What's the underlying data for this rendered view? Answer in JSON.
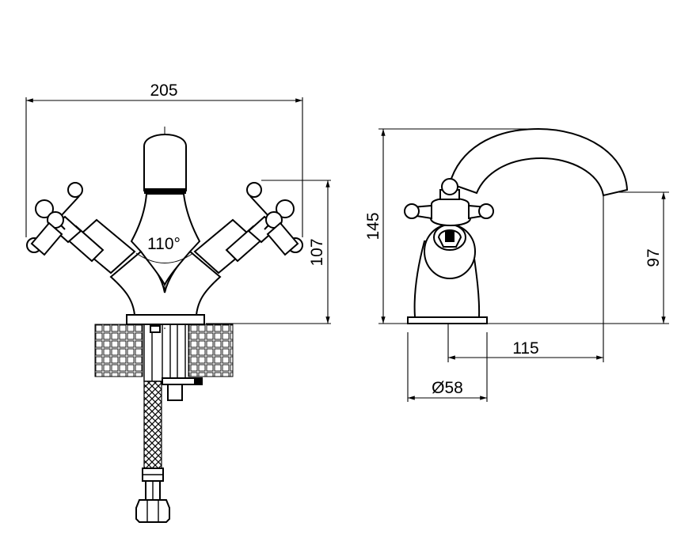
{
  "front_view": {
    "width_dim": "205",
    "height_dim": "107",
    "angle_label": "110°"
  },
  "side_view": {
    "height_dim": "145",
    "spout_height_dim": "97",
    "reach_dim": "115",
    "base_diameter_dim": "Ø58"
  },
  "colors": {
    "line": "#000000",
    "background": "#ffffff"
  }
}
